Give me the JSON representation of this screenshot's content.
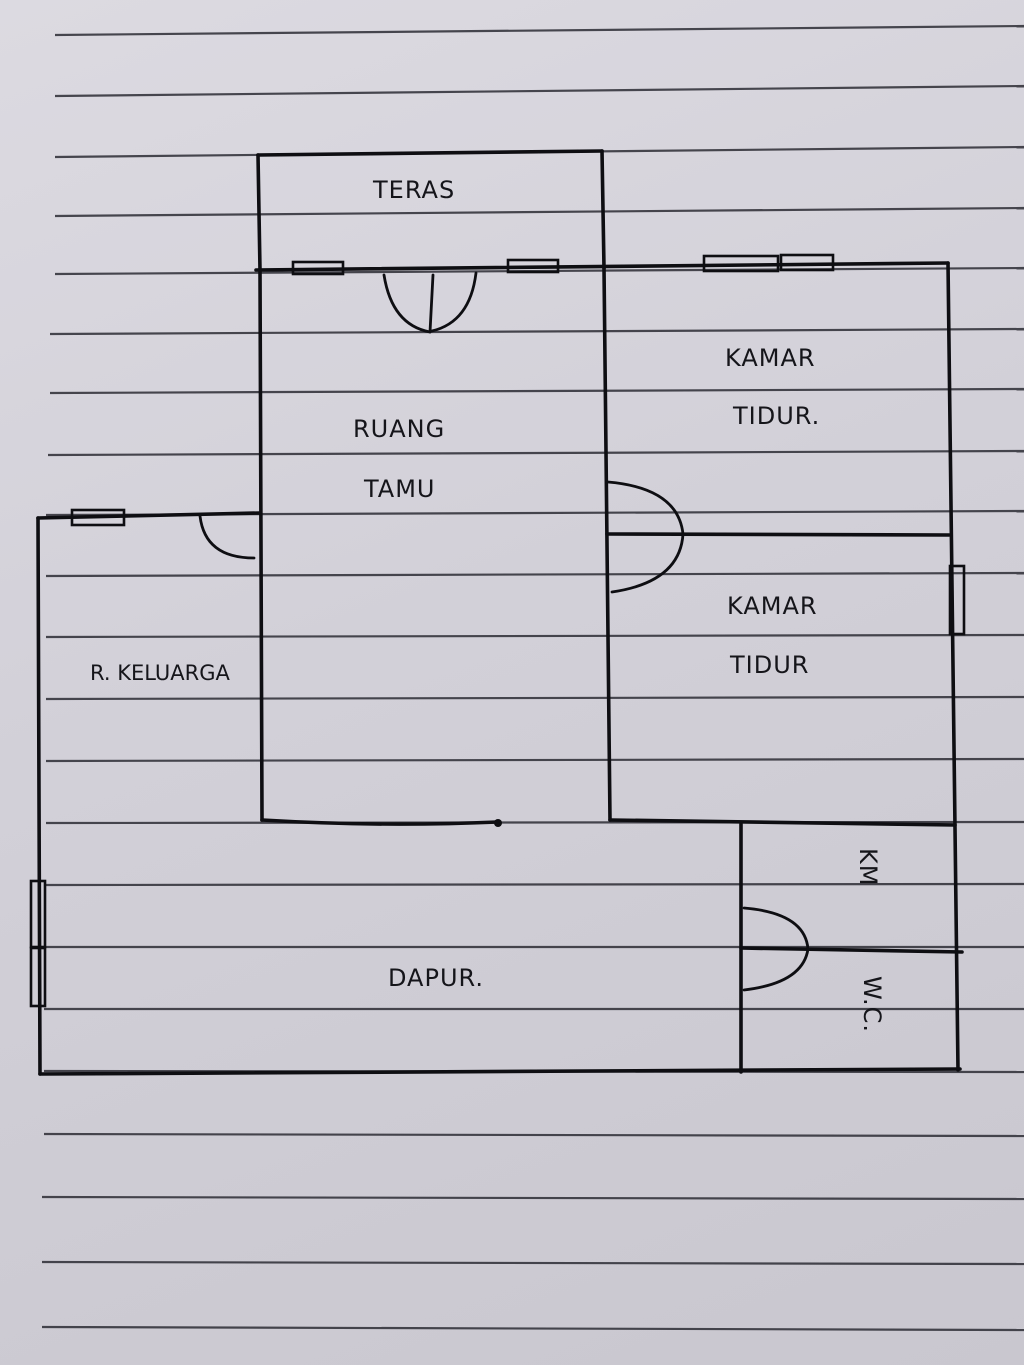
{
  "rooms": {
    "teras": "TERAS",
    "ruang_tamu_line1": "RUANG",
    "ruang_tamu_line2": "TAMU",
    "kamar_tidur_1_line1": "KAMAR",
    "kamar_tidur_1_line2": "TIDUR.",
    "kamar_tidur_2_line1": "KAMAR",
    "kamar_tidur_2_line2": "TIDUR",
    "ruang_keluarga": "R. KELUARGA",
    "dapur": "DAPUR.",
    "km": "KM",
    "wc": "W.C."
  },
  "colors": {
    "paper": "#d5d3da",
    "ink": "#0e0e12"
  }
}
